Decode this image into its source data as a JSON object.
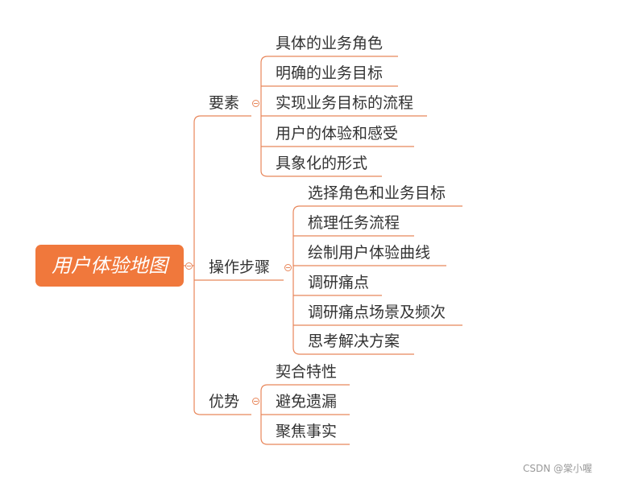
{
  "root": {
    "label": "用户体验地图"
  },
  "branches": [
    {
      "label": "要素",
      "children": [
        "具体的业务角色",
        "明确的业务目标",
        "实现业务目标的流程",
        "用户的体验和感受",
        "具象化的形式"
      ]
    },
    {
      "label": "操作步骤",
      "children": [
        "选择角色和业务目标",
        "梳理任务流程",
        "绘制用户体验曲线",
        "调研痛点",
        "调研痛点场景及频次",
        "思考解决方案"
      ]
    },
    {
      "label": "优势",
      "children": [
        "契合特性",
        "避免遗漏",
        "聚焦事实"
      ]
    }
  ],
  "watermark": "CSDN @棠小喔",
  "colors": {
    "accent": "#f0783c",
    "line": "#e8865a",
    "text": "#333333"
  }
}
